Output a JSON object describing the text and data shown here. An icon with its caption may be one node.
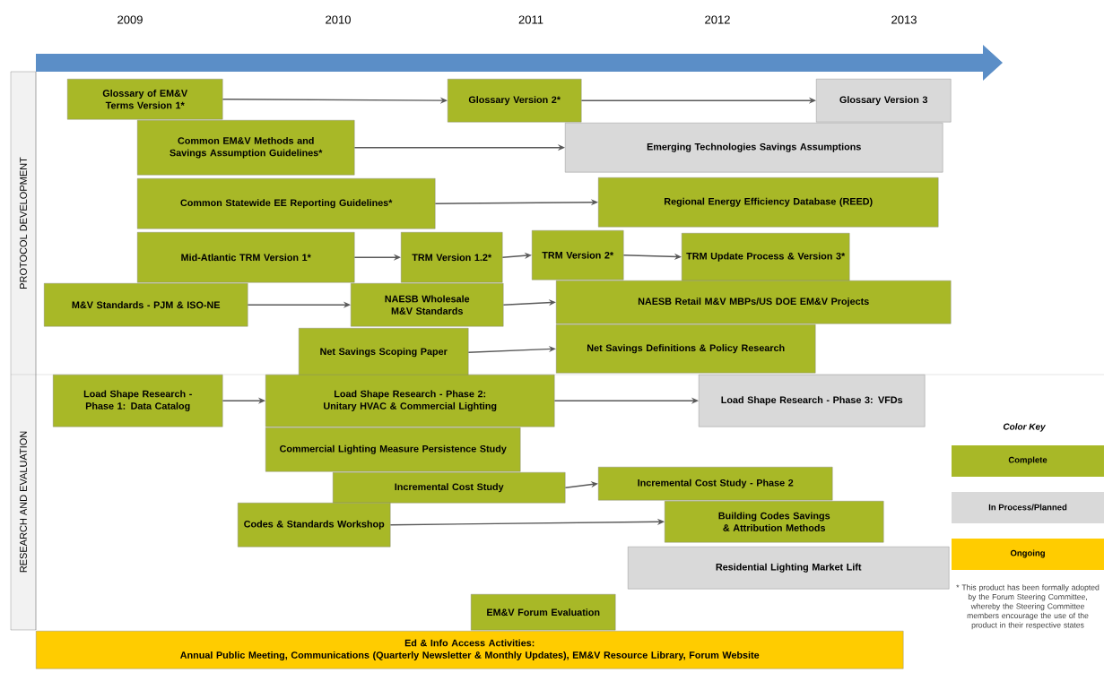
{
  "diagram": {
    "nodes": [
      {
        "text": [
          "Glossary of EM&V Terms Version 1*"
        ]
      },
      {
        "text": [
          "Glossary Version 2*"
        ]
      },
      {
        "text": [
          "Glossary Version 3"
        ]
      },
      {
        "text": [
          "Common EM&V Methods and Savings Assumption Guidelines*"
        ]
      },
      {
        "text": [
          "Emerging Technologies Savings Assumptions"
        ]
      },
      {
        "text": [
          "Common Statewide EE Reporting Guidelines*"
        ]
      },
      {
        "text": [
          "Regional Energy Efficiency Database (REED)"
        ]
      },
      {
        "text": [
          "Mid-Atlantic TRM Version 1*"
        ]
      },
      {
        "text": [
          "TRM Version 1.2*"
        ]
      },
      {
        "text": [
          "TRM Version 2*"
        ]
      },
      {
        "text": [
          "TRM Update Process & Version 3*"
        ]
      },
      {
        "text": [
          "M&V Standards - PJM & ISO-NE"
        ]
      },
      {
        "text": [
          "NAESB Wholesale M&V Standards"
        ]
      },
      {
        "text": [
          "NAESB Retail M&V MBPs/US DOE EM&V Projects"
        ]
      },
      {
        "text": [
          "Net Savings Scoping Paper"
        ]
      },
      {
        "text": [
          "Net Savings Definitions & Policy Research"
        ]
      },
      {
        "text": [
          "Load Shape Research - Phase 1: Data Catalog"
        ]
      },
      {
        "text": [
          "Load Shape Research - Phase 2: Unitary HVAC & Commercial Lighting"
        ]
      },
      {
        "text": [
          "Load Shape Research - Phase 3: VFDs"
        ]
      },
      {
        "text": [
          "Commercial Lighting Measure Persistence Study"
        ]
      },
      {
        "text": [
          "Incremental Cost Study"
        ]
      },
      {
        "text": [
          "Incremental Cost Study - Phase 2"
        ]
      },
      {
        "text": [
          "Codes & Standards Workshop"
        ]
      },
      {
        "text": [
          "Building Codes Savings & Attribution Methods"
        ]
      },
      {
        "text": [
          "Residential Lighting Market Lift"
        ]
      },
      {
        "text": [
          "EM&V Forum Evaluation"
        ]
      },
      {
        "text": [
          "Ed & Info Access Activities:",
          "Annual Public Meeting, Communications (Quarterly Newsletter & Monthly Updates), EM&V Resource Library, Forum Website"
        ]
      }
    ],
    "edges": [
      {
        "from": 0,
        "to": 1,
        "arrow": "to"
      },
      {
        "from": 1,
        "to": 2,
        "arrow": "to"
      },
      {
        "from": 3,
        "to": 4,
        "arrow": "to"
      },
      {
        "from": 5,
        "to": 6,
        "arrow": "to"
      },
      {
        "from": 7,
        "to": 8,
        "arrow": "to"
      },
      {
        "from": 8,
        "to": 9,
        "arrow": "to"
      },
      {
        "from": 9,
        "to": 10,
        "arrow": "to"
      },
      {
        "from": 11,
        "to": 12,
        "arrow": "to"
      },
      {
        "from": 12,
        "to": 13,
        "arrow": "to"
      },
      {
        "from": 14,
        "to": 15,
        "arrow": "to"
      },
      {
        "from": 16,
        "to": 17,
        "arrow": "to"
      },
      {
        "from": 17,
        "to": 18,
        "arrow": "to"
      },
      {
        "from": 20,
        "to": 21,
        "arrow": "to"
      },
      {
        "from": 22,
        "to": 23,
        "arrow": "to"
      }
    ],
    "labels": [
      "2009",
      "2010",
      "2011",
      "2012",
      "2013",
      "PROTOCOL DEVELOPMENT",
      "RESEARCH AND EVALUATION",
      "Color Key",
      "* This product has been formally adopted by the Forum Steering Committee, whereby the Steering Committee members encourage the use of the product in their respective states"
    ],
    "legend": [
      {
        "text": "Complete",
        "color": "#a8b827"
      },
      {
        "text": "In Process/Planned",
        "color": "#d9d9d9"
      },
      {
        "text": "Ongoing",
        "color": "#ffcc00"
      }
    ]
  }
}
